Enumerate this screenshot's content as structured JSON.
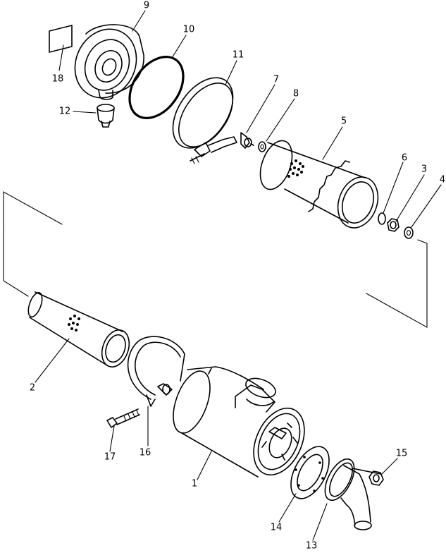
{
  "callouts": {
    "n1": "1",
    "n2": "2",
    "n3": "3",
    "n4": "4",
    "n5": "5",
    "n6": "6",
    "n7": "7",
    "n8": "8",
    "n9": "9",
    "n10": "10",
    "n11": "11",
    "n12": "12",
    "n13": "13",
    "n14": "14",
    "n15": "15",
    "n16": "16",
    "n17": "17",
    "n18": "18"
  }
}
